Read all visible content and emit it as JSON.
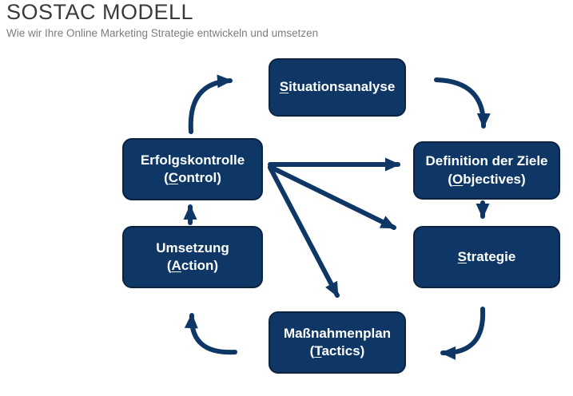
{
  "page": {
    "title": "SOSTAC MODELL",
    "subtitle": "Wie wir Ihre Online Marketing Strategie entwickeln und umsetzen"
  },
  "colors": {
    "node_fill": "#0e3766",
    "node_border": "#0b2240",
    "node_text": "#ffffff",
    "arrow": "#0e3766",
    "title_text": "#3a3a3a",
    "subtitle_text": "#7d7d7d",
    "background": "#ffffff"
  },
  "diagram": {
    "type": "cycle-flowchart",
    "flow_order": [
      "Situationsanalyse",
      "Definition der Ziele (Objectives)",
      "Strategie",
      "Maßnahmenplan (Tactics)",
      "Umsetzung (Action)",
      "Erfolgskontrolle (Control)"
    ],
    "extra_links_from_control": [
      "Definition der Ziele (Objectives)",
      "Strategie",
      "Maßnahmenplan (Tactics)"
    ],
    "nodes": {
      "situation": {
        "line1": {
          "pre": "",
          "u": "S",
          "post": "ituationsanalyse"
        }
      },
      "objectives": {
        "line1": {
          "pre": "Definition der Ziele",
          "u": "",
          "post": ""
        },
        "line2": {
          "pre": "(",
          "u": "O",
          "post": "bjectives)"
        }
      },
      "strategy": {
        "line1": {
          "pre": "",
          "u": "S",
          "post": "trategie"
        }
      },
      "tactics": {
        "line1": {
          "pre": "Maßnahmenplan",
          "u": "",
          "post": ""
        },
        "line2": {
          "pre": "(",
          "u": "T",
          "post": "actics)"
        }
      },
      "action": {
        "line1": {
          "pre": "Umsetzung",
          "u": "",
          "post": ""
        },
        "line2": {
          "pre": "(",
          "u": "A",
          "post": "ction)"
        }
      },
      "control": {
        "line1": {
          "pre": "Erfolgskontrolle",
          "u": "",
          "post": ""
        },
        "line2": {
          "pre": "(",
          "u": "C",
          "post": "ontrol)"
        }
      }
    }
  }
}
